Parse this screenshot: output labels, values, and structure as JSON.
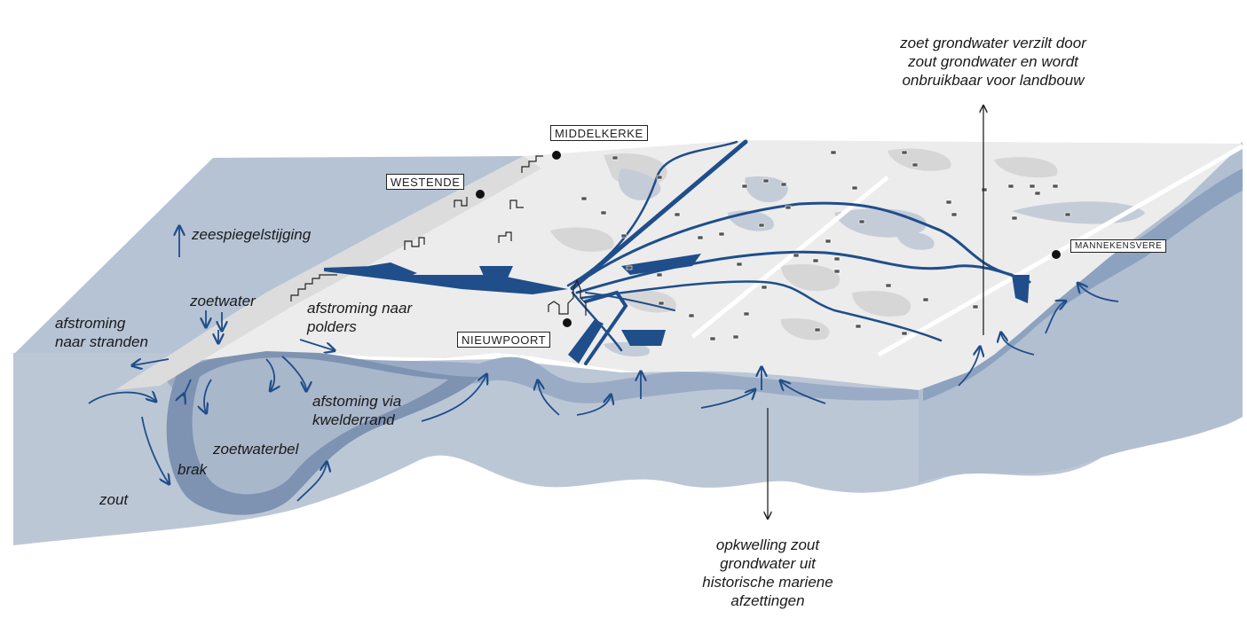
{
  "colors": {
    "sea": "#b6c3d4",
    "sea_dark": "#9fb0c6",
    "block_front": "#bcc7d6",
    "brackish": "#7e92b2",
    "fresh_bubble": "#a9b7cb",
    "land": "#ececec",
    "land_patch": "#d9d9d9",
    "river": "#1f4e8a",
    "arrow": "#1f4e8a",
    "text": "#1a1a1a"
  },
  "places": {
    "middelkerke": "MIDDELKERKE",
    "westende": "WESTENDE",
    "nieuwpoort": "NIEUWPOORT",
    "mannekensvere": "MANNEKENSVERE"
  },
  "annotations": {
    "zeespiegel": "zeespiegelstijging",
    "zoetwater": "zoetwater",
    "afstroming_stranden": "afstroming\nnaar stranden",
    "afstroming_polders": "afstroming naar\npolders",
    "afstoming_kwelderrand": "afstoming via\nkwelderrand",
    "zoetwaterbel": "zoetwaterbel",
    "brak": "brak",
    "zout": "zout",
    "verzilt": "zoet grondwater verzilt door\nzout grondwater en wordt\nonbruikbaar voor landbouw",
    "opkwelling": "opkwelling zout\ngrondwater uit\nhistorische mariene\nafzettingen"
  },
  "icons": [
    "building-icon",
    "church-icon",
    "arrow-icon",
    "location-dot-icon"
  ]
}
